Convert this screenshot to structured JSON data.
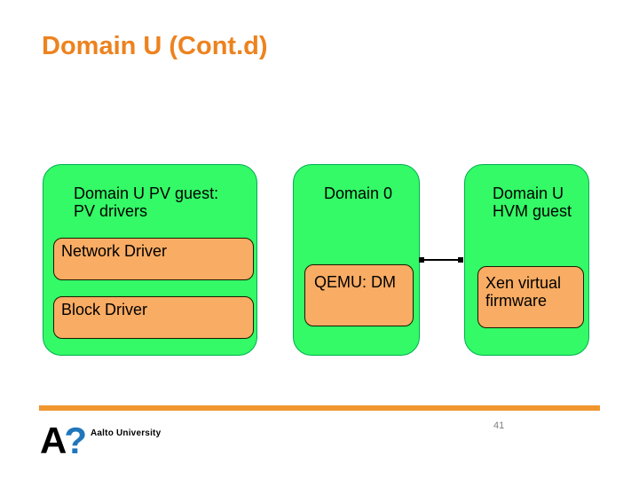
{
  "title": "Domain U (Cont.d)",
  "nodes": {
    "pv_guest": {
      "label_line1": "Domain U PV guest:",
      "label_line2": "PV drivers",
      "children": {
        "network": "Network Driver",
        "block": "Block Driver"
      }
    },
    "domain0": {
      "label": "Domain 0",
      "children": {
        "qemu": "QEMU: DM"
      }
    },
    "hvm_guest": {
      "label_line1": "Domain U",
      "label_line2": "HVM guest",
      "children": {
        "firmware": "Xen virtual firmware"
      }
    }
  },
  "footer": {
    "logo_letter": "A",
    "logo_mark": "?",
    "logo_text": "Aalto University",
    "page_number": "41"
  },
  "colors": {
    "title_orange": "#ED821E",
    "node_green_fill": "#33FA66",
    "node_green_border": "#00B050",
    "child_orange_fill": "#F9AC63",
    "child_orange_border": "#1A1A00",
    "footer_bar_orange": "#F0962F",
    "logo_blue": "#1F76BC",
    "connector_black": "#000000",
    "page_number_gray": "#7F7F7F"
  }
}
